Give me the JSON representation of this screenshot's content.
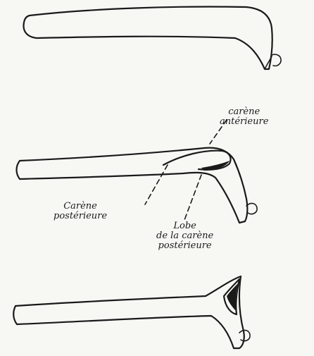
{
  "labels": {
    "carene_anterieure": [
      "carène",
      "antérieure"
    ],
    "carene_posterieure": [
      "Carène",
      "postérieure"
    ],
    "lobe": [
      "Lobe",
      "de la carène",
      "postérieure"
    ]
  }
}
